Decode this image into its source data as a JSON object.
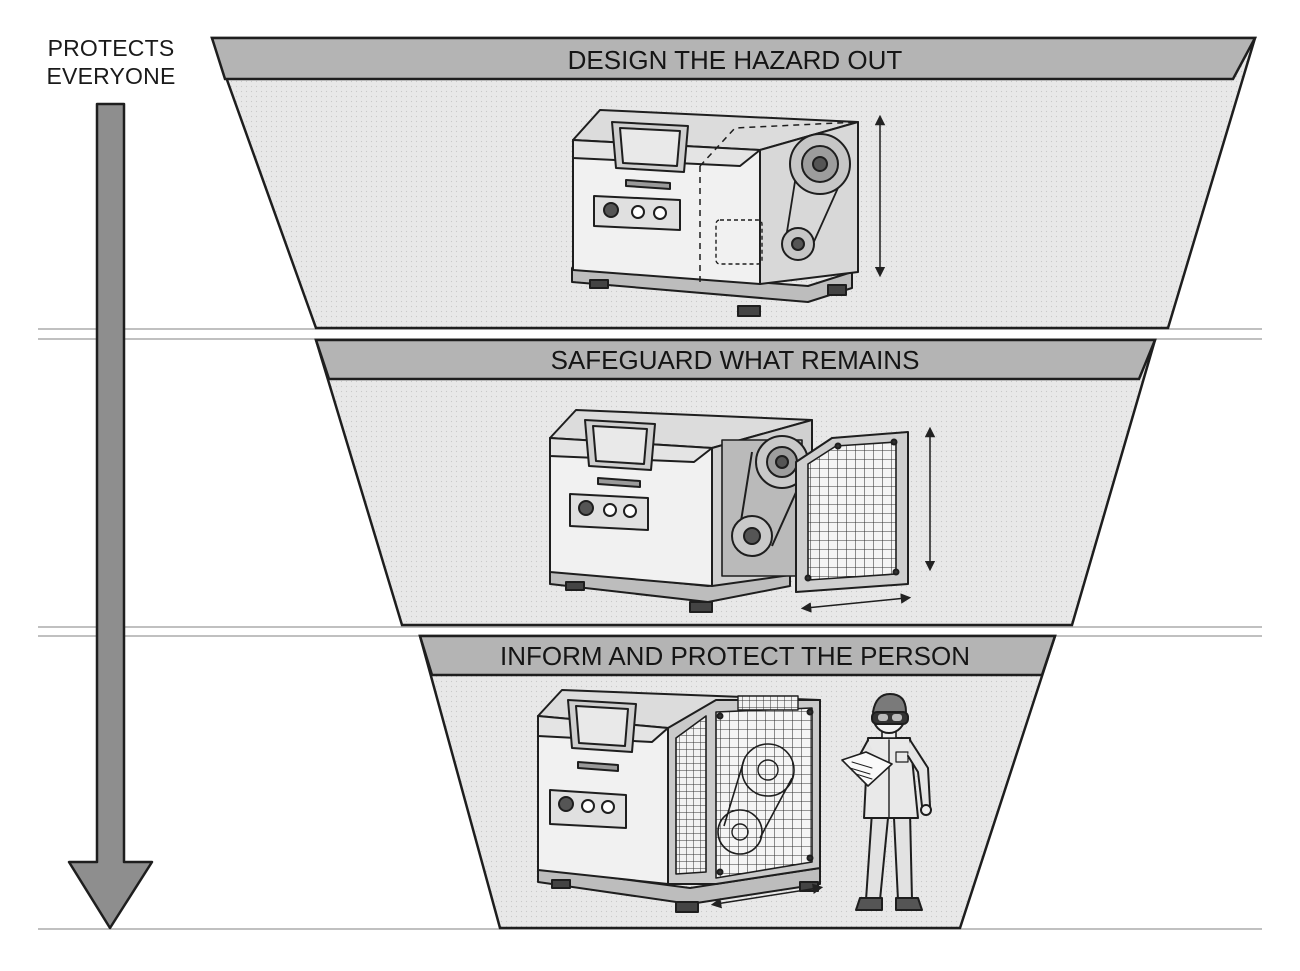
{
  "arrow": {
    "label_line1": "PROTECTS",
    "label_line2": "EVERYONE"
  },
  "tiers": [
    {
      "title": "DESIGN THE HAZARD OUT",
      "illustration": "machine-with-hidden-belt-drive"
    },
    {
      "title": "SAFEGUARD WHAT REMAINS",
      "illustration": "machine-with-removable-mesh-guard"
    },
    {
      "title": "INFORM AND PROTECT THE PERSON",
      "illustration": "guarded-machine-with-worker-in-ppe"
    }
  ],
  "colors": {
    "tier_fill": "#e6e6e6",
    "header_band": "#b4b4b4",
    "arrow_fill": "#8e8e8e",
    "outline": "#1e1e1e"
  }
}
